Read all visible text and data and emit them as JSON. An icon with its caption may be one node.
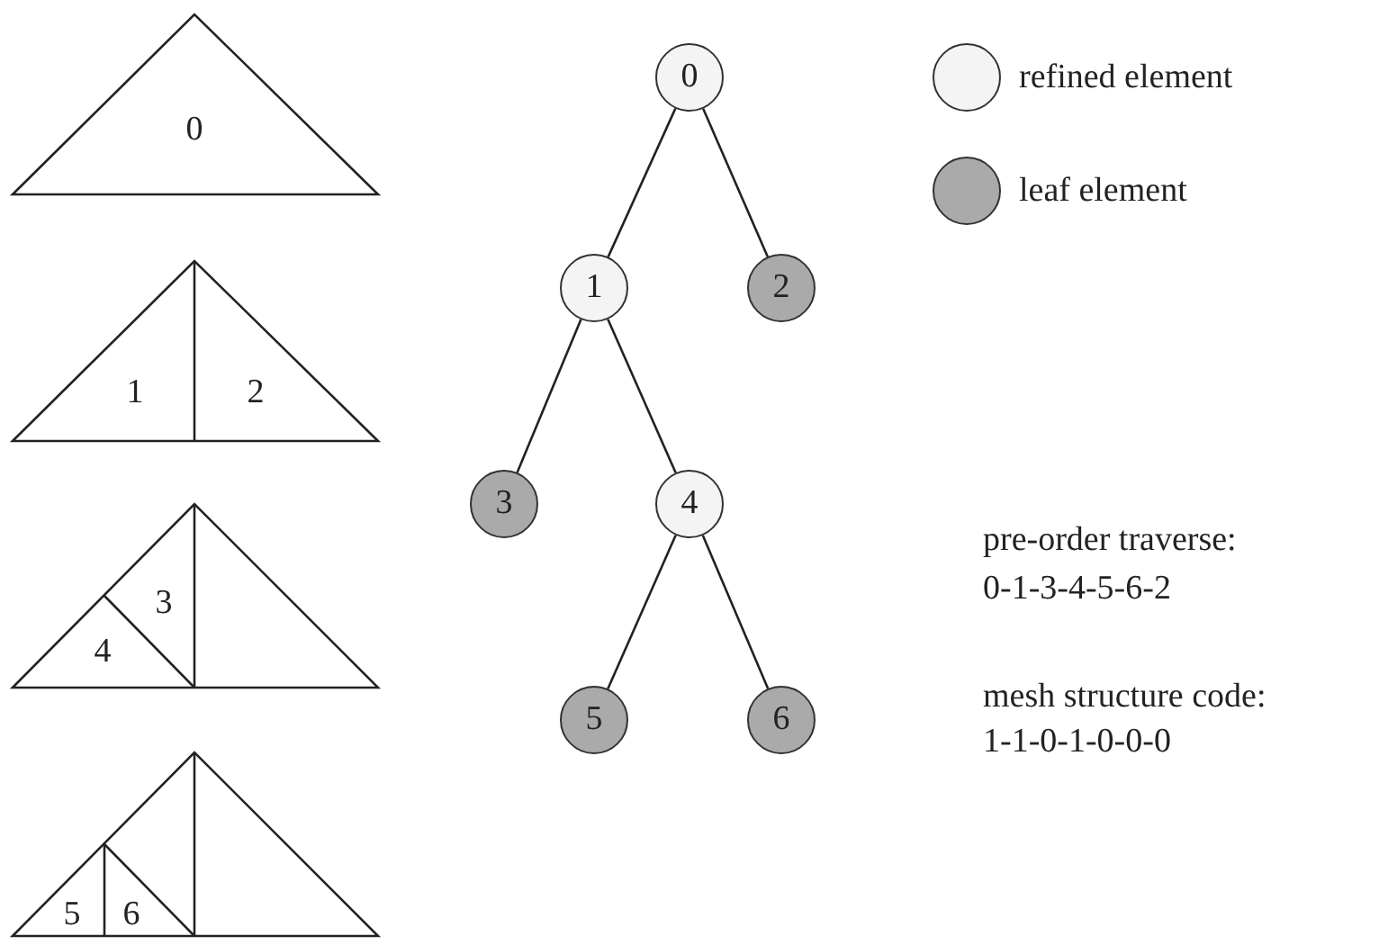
{
  "diagram": {
    "nodes": [
      {
        "text": [
          "0"
        ]
      },
      {
        "text": [
          "1"
        ]
      },
      {
        "text": [
          "2"
        ]
      },
      {
        "text": [
          "3"
        ]
      },
      {
        "text": [
          "4"
        ]
      },
      {
        "text": [
          "5"
        ]
      },
      {
        "text": [
          "6"
        ]
      }
    ],
    "edges": [
      {
        "from": 0,
        "to": 1,
        "arrow": "none"
      },
      {
        "from": 0,
        "to": 2,
        "arrow": "none"
      },
      {
        "from": 1,
        "to": 3,
        "arrow": "none"
      },
      {
        "from": 1,
        "to": 4,
        "arrow": "none"
      },
      {
        "from": 4,
        "to": 5,
        "arrow": "none"
      },
      {
        "from": 4,
        "to": 6,
        "arrow": "none"
      }
    ],
    "labels": [
      "0",
      "1",
      "2",
      "3",
      "4",
      "5",
      "6",
      "pre-order traverse:",
      "0-1-3-4-5-6-2",
      "mesh structure code:",
      "1-1-0-1-0-0-0"
    ],
    "legend": [
      {
        "text": "refined element",
        "color": "#f4f4f4"
      },
      {
        "text": "leaf element",
        "color": "#aaaaaa"
      }
    ]
  }
}
